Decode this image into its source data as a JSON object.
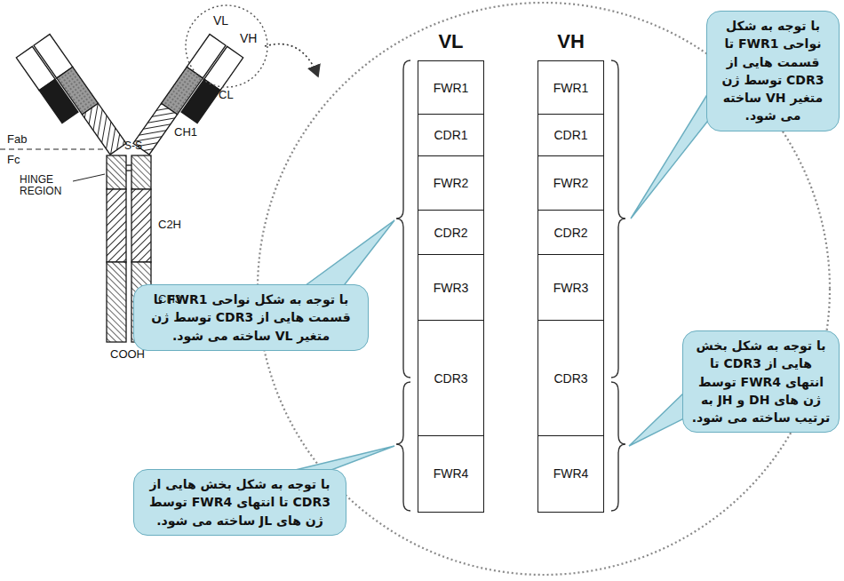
{
  "diagram": {
    "nodes": [
      {
        "text": [
          "VL"
        ]
      },
      {
        "text": [
          "FWR1"
        ],
        "in": 0
      },
      {
        "text": [
          "CDR1"
        ],
        "in": 0
      },
      {
        "text": [
          "FWR2"
        ],
        "in": 0
      },
      {
        "text": [
          "CDR2"
        ],
        "in": 0
      },
      {
        "text": [
          "FWR3"
        ],
        "in": 0
      },
      {
        "text": [
          "CDR3"
        ],
        "in": 0
      },
      {
        "text": [
          "FWR4"
        ],
        "in": 0
      },
      {
        "text": [
          "VH"
        ]
      },
      {
        "text": [
          "FWR1"
        ],
        "in": 8
      },
      {
        "text": [
          "CDR1"
        ],
        "in": 8
      },
      {
        "text": [
          "FWR2"
        ],
        "in": 8
      },
      {
        "text": [
          "CDR2"
        ],
        "in": 8
      },
      {
        "text": [
          "FWR3"
        ],
        "in": 8
      },
      {
        "text": [
          "CDR3"
        ],
        "in": 8
      },
      {
        "text": [
          "FWR4"
        ],
        "in": 8
      },
      {
        "text": [
          "با توجه به شکل نواحی FWR1 تا قسمت هایی از CDR3 توسط ژن متغیر VH ساخته می شود."
        ]
      },
      {
        "text": [
          "با توجه به شکل نواحی FWR1 تا قسمت هایی از CDR3 توسط ژن متغیر VL ساخته می شود."
        ]
      },
      {
        "text": [
          "با توجه به شکل بخش هایی از CDR3 تا انتهای FWR4 توسط ژن های DH و JH به ترتیب ساخته می شود."
        ]
      },
      {
        "text": [
          "با توجه به شکل بخش هایی از CDR3 تا انتهای FWR4 توسط ژن های JL ساخته می شود."
        ]
      }
    ],
    "labels": [
      "VL",
      "VH",
      "CL",
      "CH1",
      "Fab",
      "Fc",
      "S-S",
      "HINGE REGION",
      "C2H",
      "CH3",
      "COOH"
    ]
  }
}
